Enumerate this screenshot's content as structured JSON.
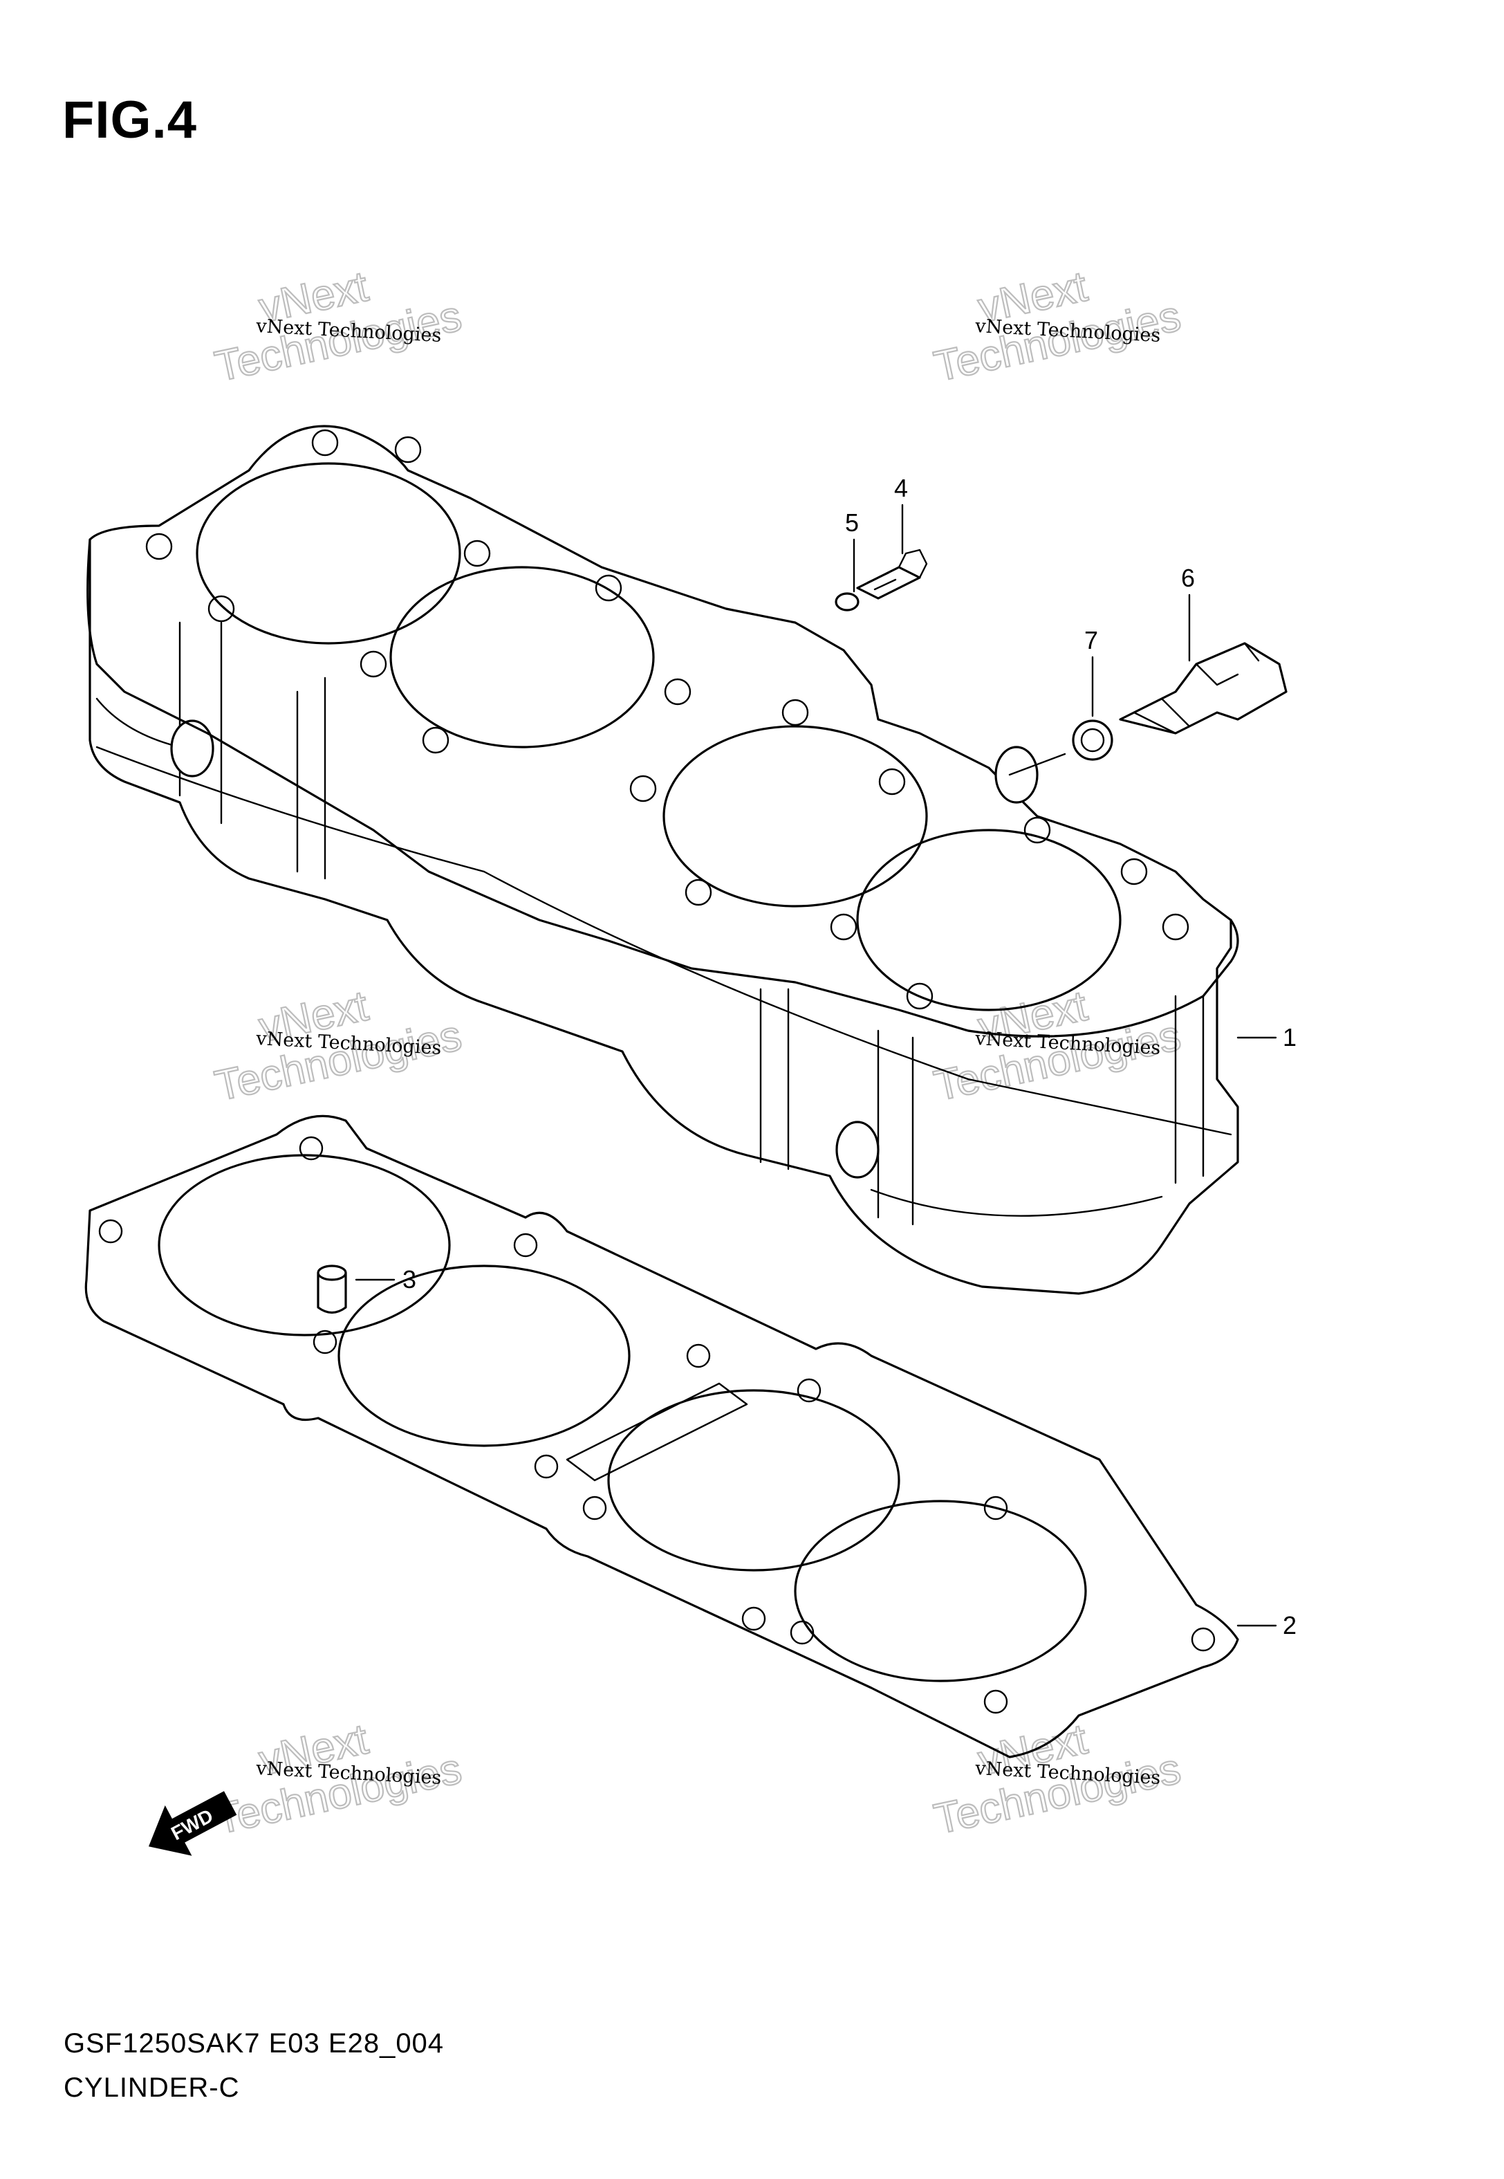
{
  "figure": {
    "title": "FIG.4"
  },
  "callouts": [
    {
      "id": "1",
      "label": "1"
    },
    {
      "id": "2",
      "label": "2"
    },
    {
      "id": "3",
      "label": "3"
    },
    {
      "id": "4",
      "label": "4"
    },
    {
      "id": "5",
      "label": "5"
    },
    {
      "id": "6",
      "label": "6"
    },
    {
      "id": "7",
      "label": "7"
    }
  ],
  "direction_marker": {
    "label": "FWD",
    "icon": "forward-arrow-icon"
  },
  "watermark": {
    "line_small": "vNext Technologies",
    "line_top": "vNext",
    "line_bottom": "Technologies",
    "color": "#bdbdbd"
  },
  "footer": {
    "model_code": "GSF1250SAK7 E03 E28_004",
    "part_name": "CYLINDER-C"
  }
}
